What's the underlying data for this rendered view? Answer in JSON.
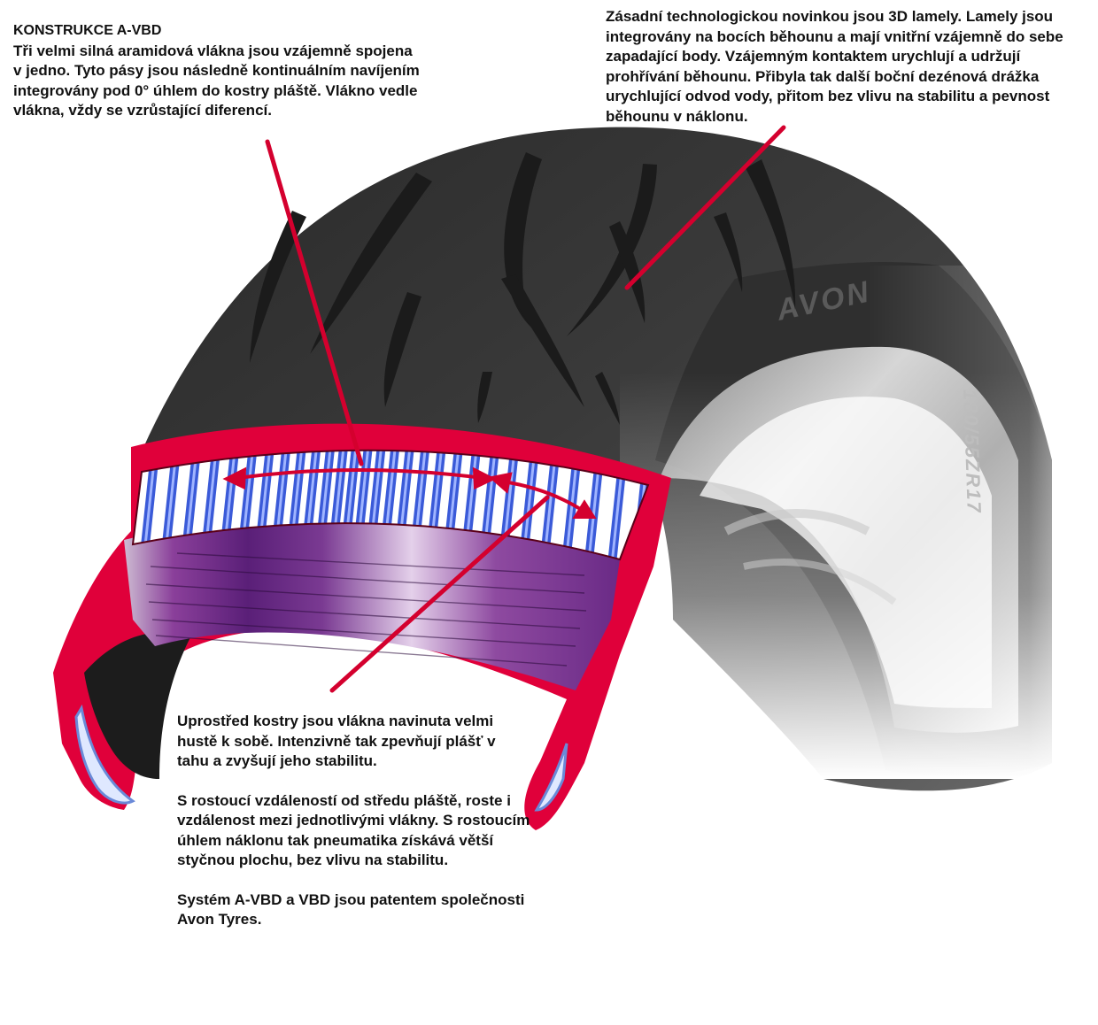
{
  "colors": {
    "background": "#ffffff",
    "tread": "#3e3e3e",
    "tread_dark": "#202020",
    "casing_red": "#e0003a",
    "callout_line": "#d4002e",
    "aramid_blue": "#3a5ad8",
    "ply_purple": "#7a2a8f",
    "ply_light": "#d4b6dc",
    "text": "#111111"
  },
  "annotations": {
    "construction_heading": "KONSTRUKCE A-VBD",
    "construction_body": "Tři velmi silná aramidová vlákna jsou vzájemně spojena v jedno. Tyto pásy jsou následně kontinuálním navíjením integrovány pod 0° úhlem do kostry pláště. Vlákno vedle vlákna, vždy se vzrůstající diferencí.",
    "tread_lamellae": "Zásadní technologickou novinkou jsou 3D lamely.  Lamely jsou integrovány na bocích běhounu a mají vnitřní vzájemně do sebe zapadající body. Vzájemným kontaktem urychlují a udržují prohřívání běhounu. Přibyla tak další boční dezénová drážka urychlující odvod vody, přitom bez vlivu na stabilitu a pevnost běhounu v náklonu.",
    "center_density": "Uprostřed kostry jsou vlákna navinuta velmi hustě k sobě. Intenzivně tak zpevňují plášť v tahu a zvyšují jeho stabilitu.",
    "spacing_growth": "S rostoucí vzdáleností od středu pláště, roste i vzdálenost mezi jednotlivými vlákny. S rostoucím úhlem náklonu tak pneumatika získává větší styčnou plochu, bez vlivu na stabilitu.",
    "patent_note": "Systém A-VBD a VBD jsou patentem společnosti Avon Tyres."
  },
  "sidewall": {
    "brand": "AVON",
    "size_marking": "180/55ZR17"
  }
}
